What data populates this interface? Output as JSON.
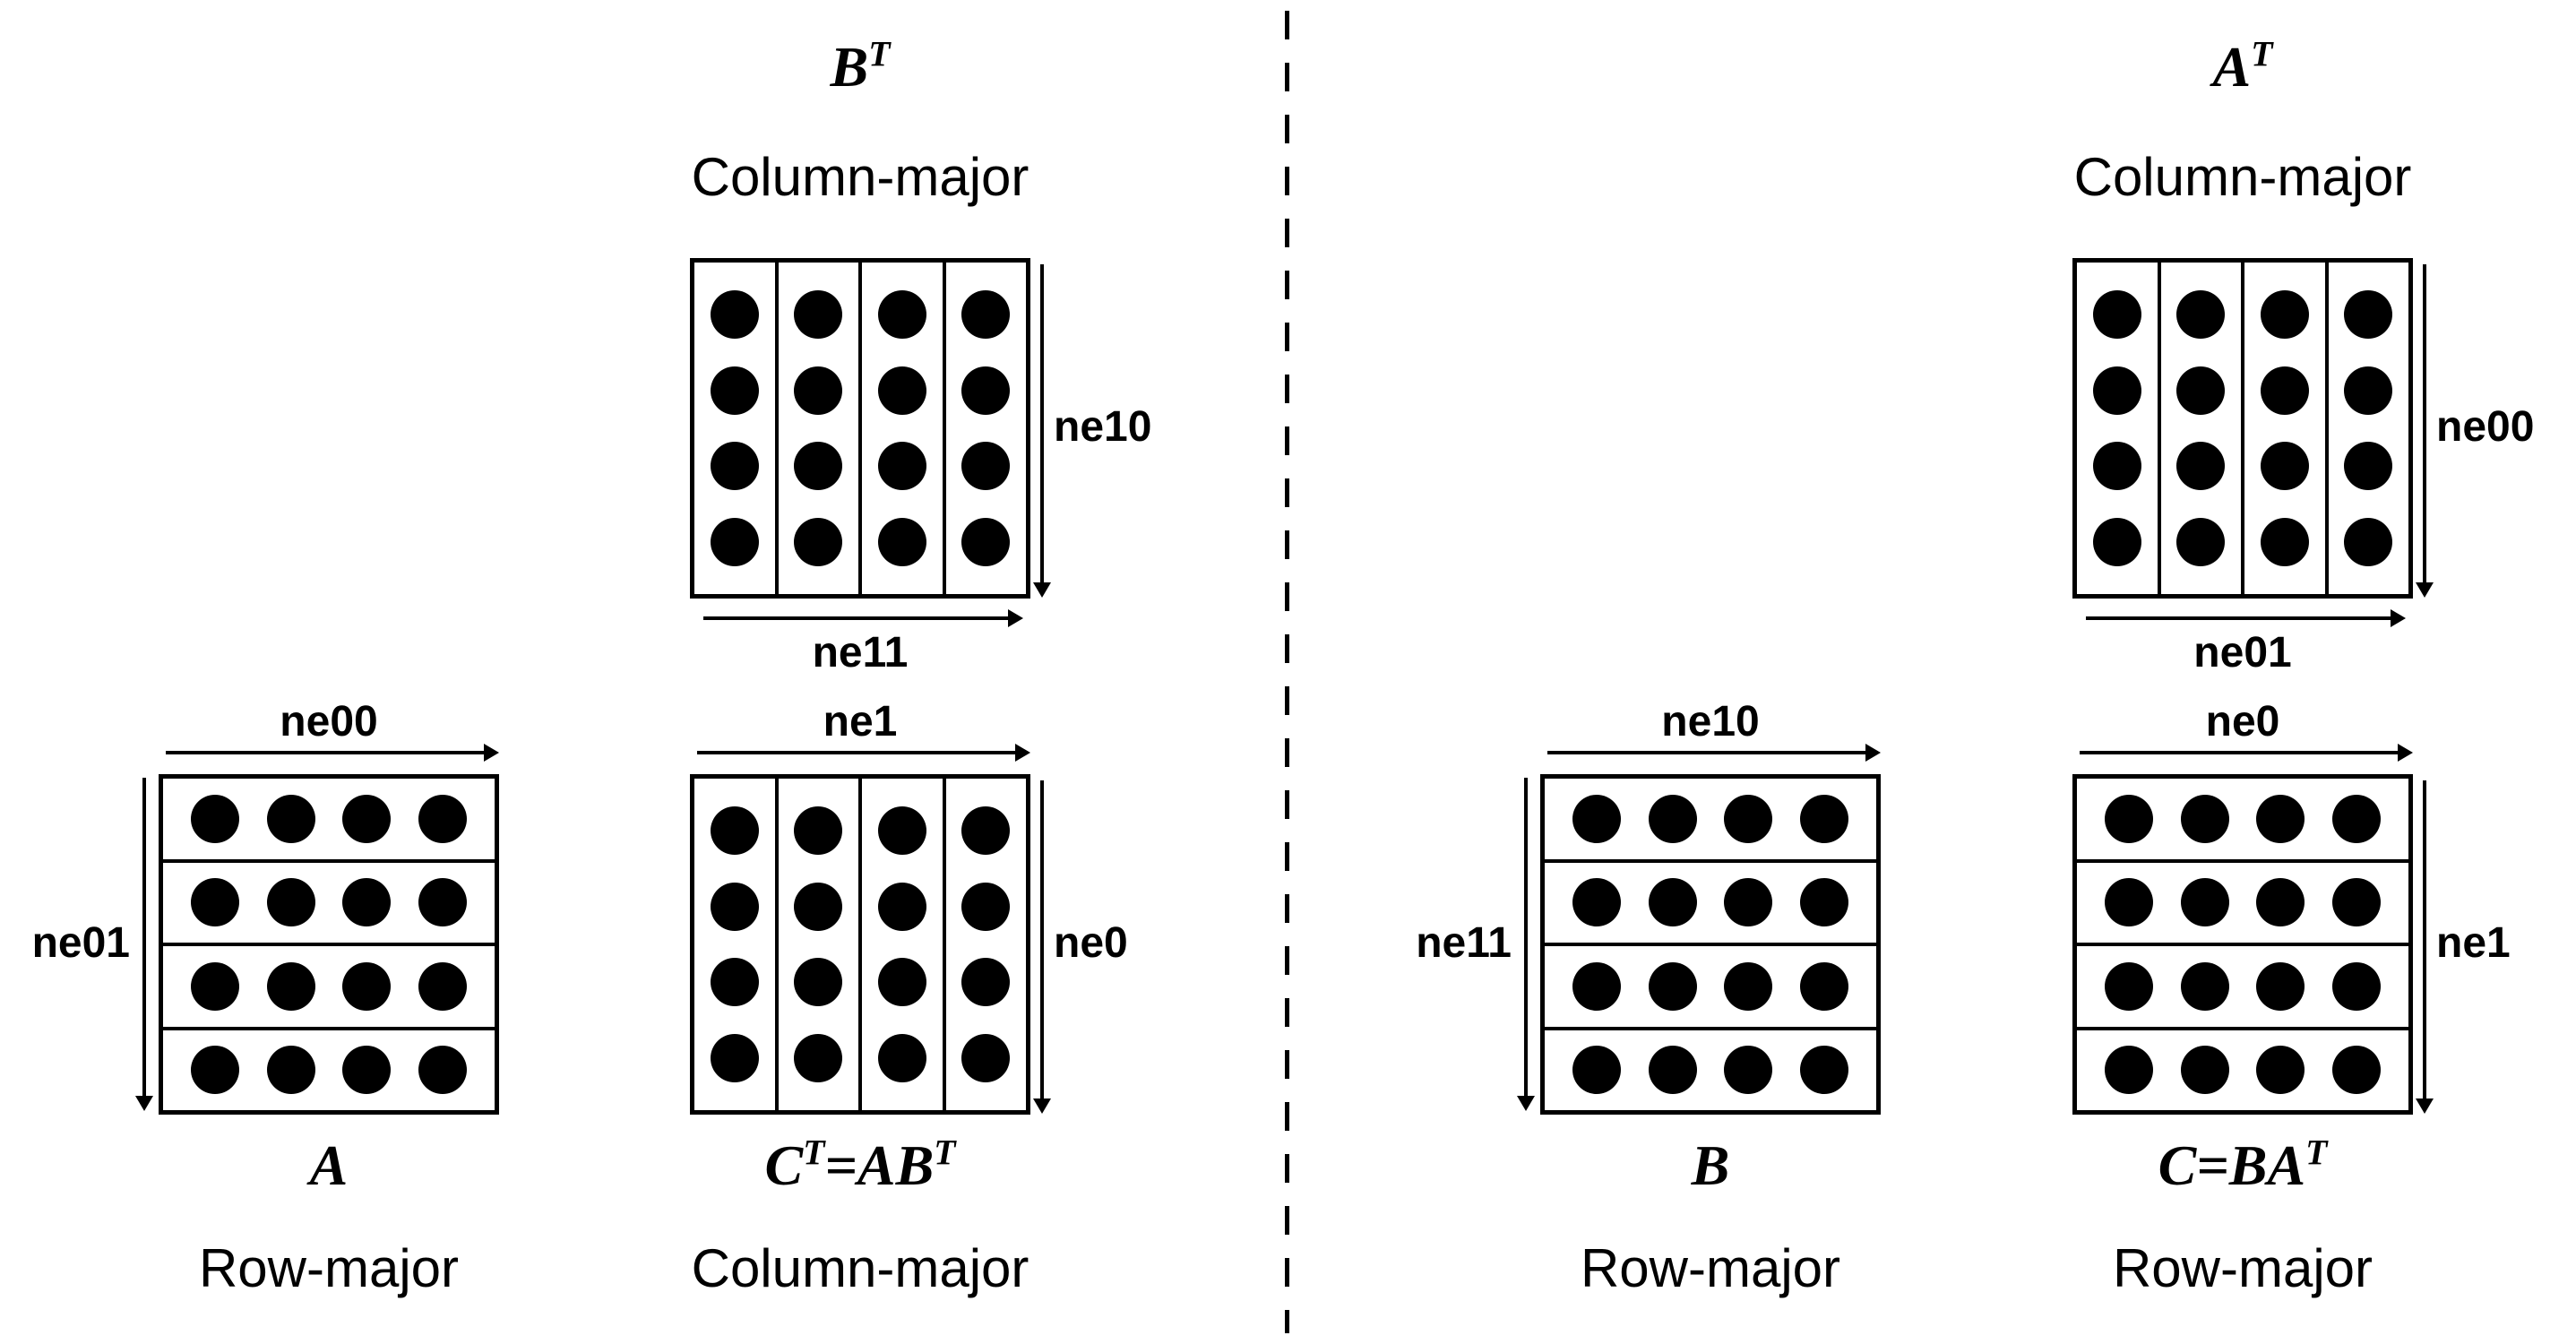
{
  "colors": {
    "ink": "#000000",
    "background": "#ffffff"
  },
  "panels": [
    {
      "name": "left",
      "matrices": [
        {
          "id": "b-transpose",
          "orientation": "column",
          "title_segments": [
            {
              "t": "B"
            },
            {
              "t": "T",
              "sup": true
            }
          ],
          "layout_label": "Column-major",
          "labels": {
            "right": "ne10",
            "bottom": "ne11"
          },
          "grid": {
            "rows": 4,
            "cols": 4
          }
        },
        {
          "id": "a",
          "orientation": "row",
          "title_segments": [
            {
              "t": "A"
            }
          ],
          "layout_label": "Row-major",
          "labels": {
            "top": "ne00",
            "left": "ne01"
          },
          "grid": {
            "rows": 4,
            "cols": 4
          }
        },
        {
          "id": "c-transpose",
          "orientation": "column",
          "title_segments": [
            {
              "t": "C"
            },
            {
              "t": "T",
              "sup": true
            },
            {
              "t": "=AB"
            },
            {
              "t": "T",
              "sup": true
            }
          ],
          "layout_label": "Column-major",
          "labels": {
            "top": "ne1",
            "right": "ne0"
          },
          "grid": {
            "rows": 4,
            "cols": 4
          }
        }
      ]
    },
    {
      "name": "right",
      "matrices": [
        {
          "id": "a-transpose",
          "orientation": "column",
          "title_segments": [
            {
              "t": "A"
            },
            {
              "t": "T",
              "sup": true
            }
          ],
          "layout_label": "Column-major",
          "labels": {
            "right": "ne00",
            "bottom": "ne01"
          },
          "grid": {
            "rows": 4,
            "cols": 4
          }
        },
        {
          "id": "b",
          "orientation": "row",
          "title_segments": [
            {
              "t": "B"
            }
          ],
          "layout_label": "Row-major",
          "labels": {
            "top": "ne10",
            "left": "ne11"
          },
          "grid": {
            "rows": 4,
            "cols": 4
          }
        },
        {
          "id": "c",
          "orientation": "row",
          "title_segments": [
            {
              "t": "C=BA"
            },
            {
              "t": "T",
              "sup": true
            }
          ],
          "layout_label": "Row-major",
          "labels": {
            "top": "ne0",
            "right": "ne1"
          },
          "grid": {
            "rows": 4,
            "cols": 4
          }
        }
      ]
    }
  ]
}
